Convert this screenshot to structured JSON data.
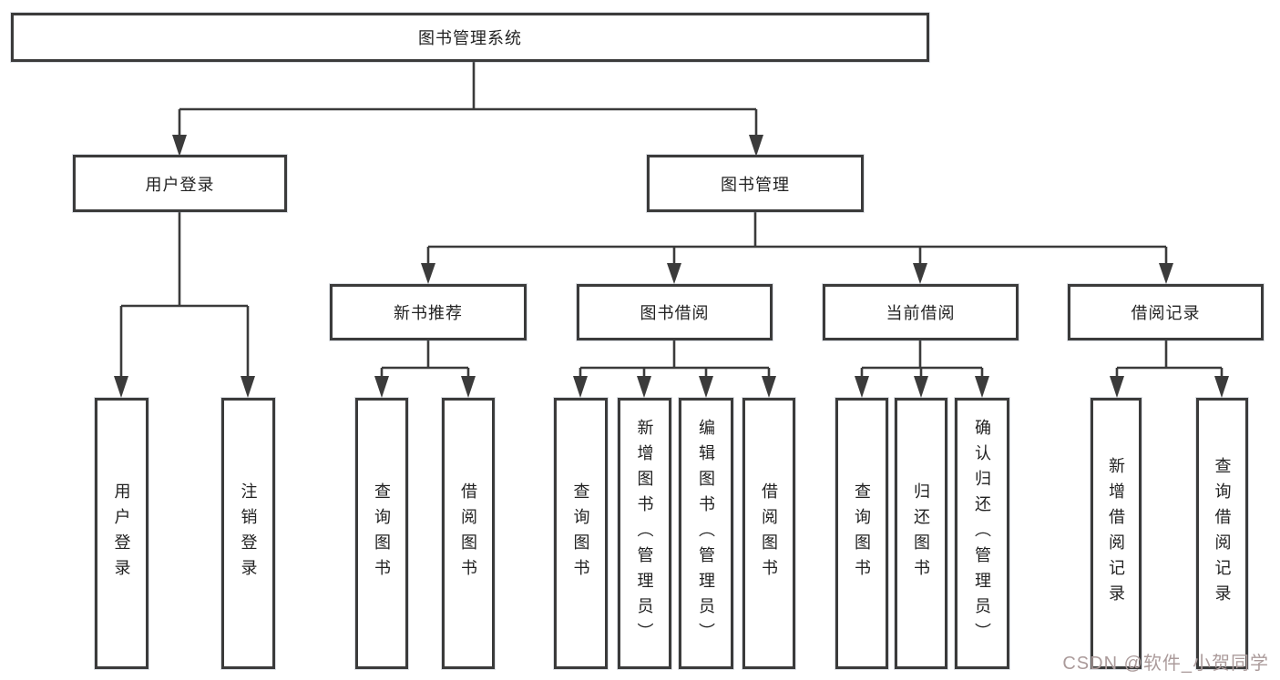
{
  "diagram": {
    "title": "图书管理系统",
    "type": "hierarchy-tree",
    "colors": {
      "line": "#3b3b3b",
      "box_border": "#3b3b3b",
      "box_fill": "#ffffff",
      "text": "#222222",
      "watermark": "#ab9b9b",
      "background": "#ffffff"
    },
    "tree": {
      "label": "图书管理系统",
      "children": [
        {
          "label": "用户登录",
          "children": [
            {
              "label": "用户登录"
            },
            {
              "label": "注销登录"
            }
          ]
        },
        {
          "label": "图书管理",
          "children": [
            {
              "label": "新书推荐",
              "children": [
                {
                  "label": "查询图书"
                },
                {
                  "label": "借阅图书"
                }
              ]
            },
            {
              "label": "图书借阅",
              "children": [
                {
                  "label": "查询图书"
                },
                {
                  "label": "新增图书（管理员）"
                },
                {
                  "label": "编辑图书（管理员）"
                },
                {
                  "label": "借阅图书"
                }
              ]
            },
            {
              "label": "当前借阅",
              "children": [
                {
                  "label": "查询图书"
                },
                {
                  "label": "归还图书"
                },
                {
                  "label": "确认归还（管理员）"
                }
              ]
            },
            {
              "label": "借阅记录",
              "children": [
                {
                  "label": "新增借阅记录"
                },
                {
                  "label": "查询借阅记录"
                }
              ]
            }
          ]
        }
      ]
    },
    "watermark": {
      "text": "CSDN @软件_小贺同学"
    }
  }
}
